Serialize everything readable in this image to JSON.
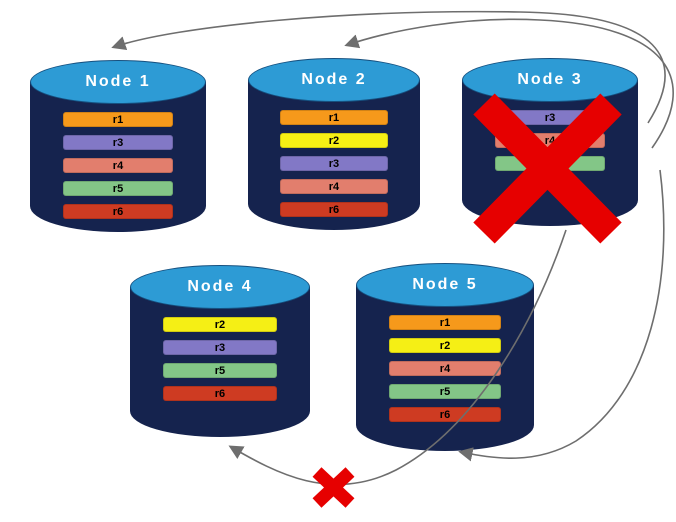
{
  "nodes": [
    {
      "title": "Node 1",
      "rows": [
        {
          "label": "r1",
          "color": "#F6991B"
        },
        {
          "label": "r3",
          "color": "#8278C6"
        },
        {
          "label": "r4",
          "color": "#E27E6D"
        },
        {
          "label": "r5",
          "color": "#83C687"
        },
        {
          "label": "r6",
          "color": "#CE3B22"
        }
      ]
    },
    {
      "title": "Node 2",
      "rows": [
        {
          "label": "r1",
          "color": "#F6991B"
        },
        {
          "label": "r2",
          "color": "#F5EF15"
        },
        {
          "label": "r3",
          "color": "#8278C6"
        },
        {
          "label": "r4",
          "color": "#E27E6D"
        },
        {
          "label": "r6",
          "color": "#CE3B22"
        }
      ]
    },
    {
      "title": "Node 3",
      "rows": [
        {
          "label": "r3",
          "color": "#8278C6"
        },
        {
          "label": "r4",
          "color": "#E27E6D"
        },
        {
          "label": "r5",
          "color": "#83C687"
        }
      ]
    },
    {
      "title": "Node 4",
      "rows": [
        {
          "label": "r2",
          "color": "#F5EF15"
        },
        {
          "label": "r3",
          "color": "#8278C6"
        },
        {
          "label": "r5",
          "color": "#83C687"
        },
        {
          "label": "r6",
          "color": "#CE3B22"
        }
      ]
    },
    {
      "title": "Node 5",
      "rows": [
        {
          "label": "r1",
          "color": "#F6991B"
        },
        {
          "label": "r2",
          "color": "#F5EF15"
        },
        {
          "label": "r4",
          "color": "#E27E6D"
        },
        {
          "label": "r5",
          "color": "#83C687"
        },
        {
          "label": "r6",
          "color": "#CE3B22"
        }
      ]
    }
  ],
  "colors": {
    "cylinder_body": "#15234E",
    "cylinder_top": "#2D9BD5",
    "node_title_text": "#FFFFFF",
    "arrow": "#6E6E6E",
    "failure_x": "#E60000"
  }
}
